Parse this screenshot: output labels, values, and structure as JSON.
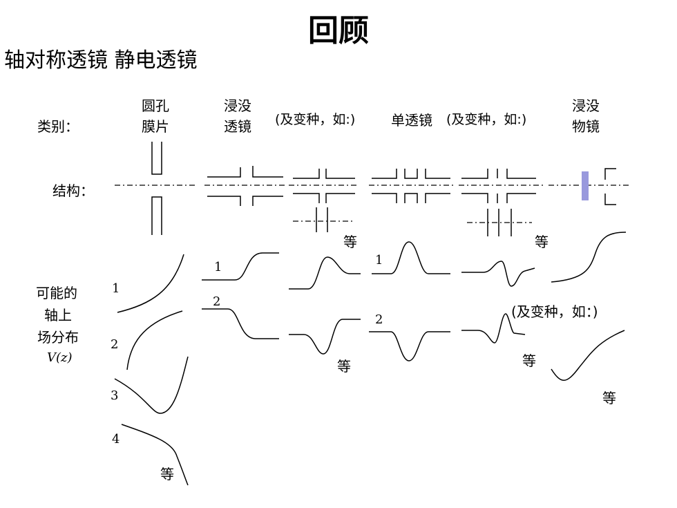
{
  "header": {
    "title": "回顾",
    "subtitle": "轴对称透镜  静电透镜"
  },
  "rows": {
    "category_label": "类别：",
    "structure_label": "结构：",
    "field_label_line1": "可能的",
    "field_label_line2": "轴上",
    "field_label_line3": "场分布",
    "field_label_line4": "V(z)"
  },
  "categories": {
    "aperture_line1": "圆孔",
    "aperture_line2": "膜片",
    "immersion_line1": "浸没",
    "immersion_line2": "透镜",
    "variant_a": "(及变种，如:)",
    "einzel": "单透镜",
    "variant_b": "(及变种，如:)",
    "objective_line1": "浸没",
    "objective_line2": "物镜"
  },
  "annotations": {
    "etc_structure_1": "等",
    "etc_structure_2": "等",
    "etc_field_variant_a": "等",
    "etc_field_variant_b": "等",
    "etc_field_aperture": "等",
    "etc_field_objective": "等",
    "objective_variant": "(及变种，如：)"
  },
  "curve_numbers": {
    "ap1": "1",
    "ap2": "2",
    "ap3": "3",
    "ap4": "4",
    "im1": "1",
    "im2": "2",
    "ei1": "1",
    "ei2": "2"
  },
  "colors": {
    "objective_electrode": "#9999dd"
  }
}
